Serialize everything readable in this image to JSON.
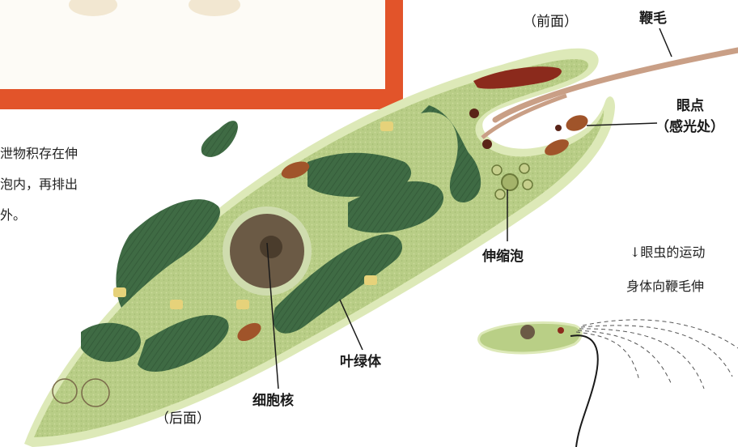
{
  "labels": {
    "front": "（前面）",
    "flagellum": "鞭毛",
    "eyespot_line1": "眼点",
    "eyespot_line2": "（感光处）",
    "contractile_vacuole": "伸缩泡",
    "chloroplast": "叶绿体",
    "nucleus": "细胞核",
    "back": "（后面）"
  },
  "side_text": {
    "line1": "泄物积存在伸",
    "line2": "泡内，再排出",
    "line3": "外。"
  },
  "caption": {
    "line1": "↓眼虫的运动",
    "line2": "身体向鞭毛伸"
  },
  "colors": {
    "frame": "#e2542a",
    "cell_fill": "#b9cf86",
    "cell_edge": "#dde9b8",
    "chloroplast": "#3f6b44",
    "nucleus": "#6b5a45",
    "reservoir": "#8b2a1c",
    "flagellum": "#c99f86"
  }
}
